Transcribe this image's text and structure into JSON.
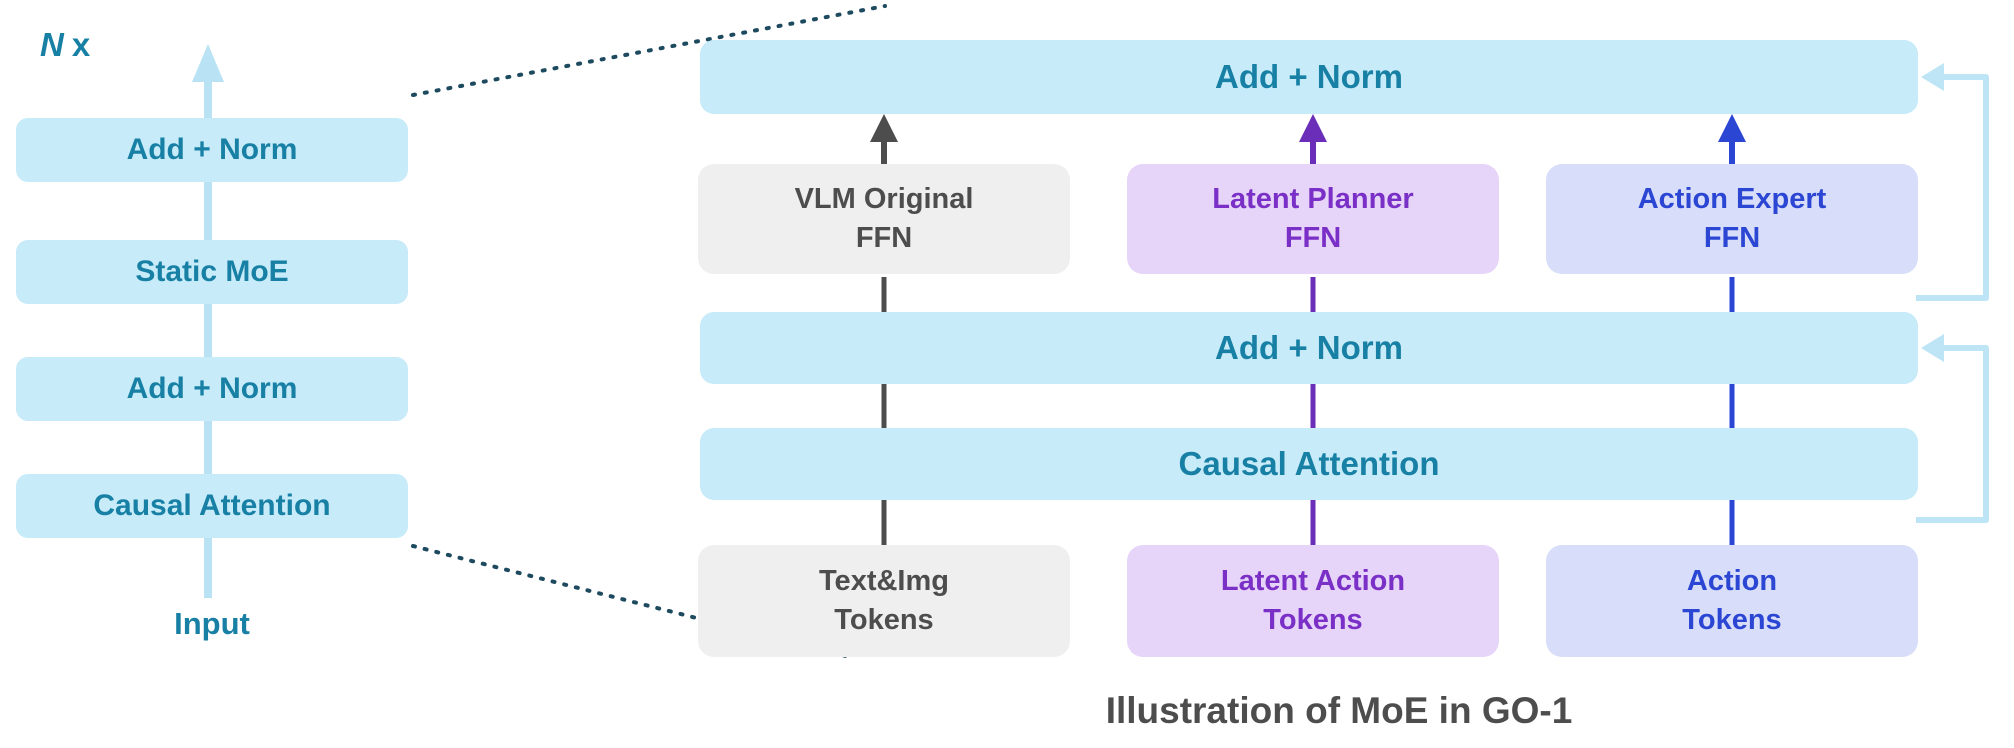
{
  "left_panel": {
    "repeat_label_n": "N",
    "repeat_label_x": "x",
    "boxes": [
      "Add + Norm",
      "Static MoE",
      "Add + Norm",
      "Causal Attention"
    ],
    "input_label": "Input"
  },
  "right_panel": {
    "top_bar": "Add + Norm",
    "ffn_boxes": [
      {
        "label": "VLM Original\nFFN"
      },
      {
        "label": "Latent Planner\nFFN"
      },
      {
        "label": "Action Expert\nFFN"
      }
    ],
    "mid_bar": "Add + Norm",
    "attention_bar": "Causal Attention",
    "token_boxes": [
      {
        "label": "Text&Img\nTokens"
      },
      {
        "label": "Latent Action\nTokens"
      },
      {
        "label": "Action\nTokens"
      }
    ]
  },
  "caption": "Illustration of MoE in GO-1",
  "colors": {
    "bar_bg": "#C7EBF9",
    "bar_text": "#1780A4",
    "gray_bg": "#EFEFEF",
    "gray_text": "#4D4D4D",
    "purple_bg": "#E6D5F8",
    "purple_text": "#7A2FC6",
    "blue_bg": "#D8DEF9",
    "blue_text": "#2C46D4",
    "gray_arrow": "#4D4D4D",
    "purple_arrow": "#6A2EB8",
    "blue_arrow": "#2C46D4",
    "residual_line": "#BEE5F6",
    "flow_arrow": "#B9E3F5",
    "dotted_line": "#1D4A5F"
  }
}
